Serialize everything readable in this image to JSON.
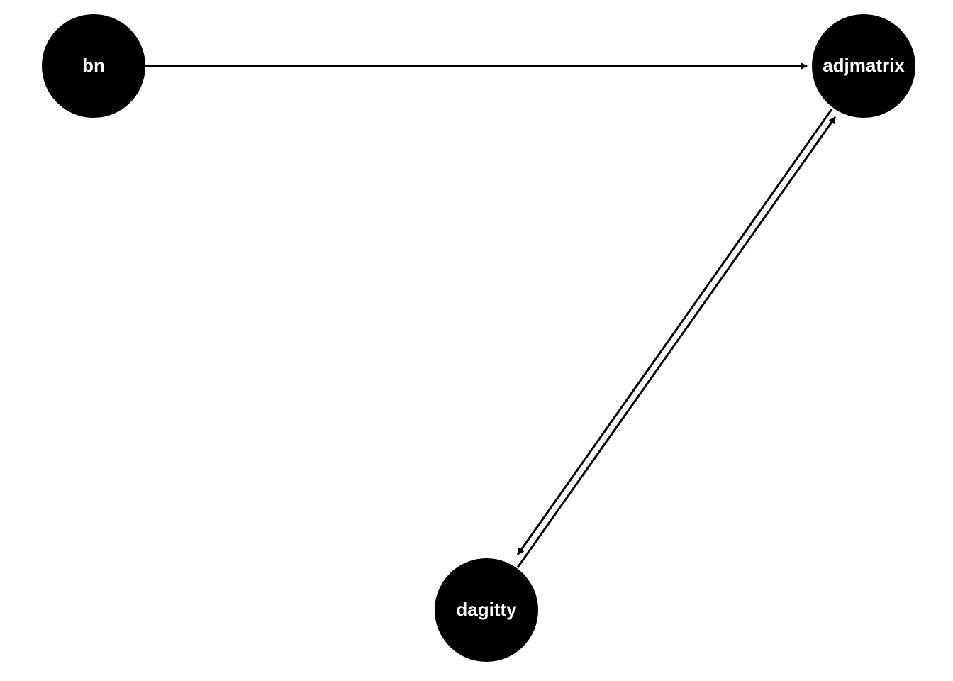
{
  "diagram": {
    "type": "directed-graph",
    "colors": {
      "background": "#ffffff",
      "node_fill": "#000000",
      "node_label": "#ffffff",
      "edge": "#000000"
    },
    "nodes": [
      {
        "id": "bn",
        "label": "bn"
      },
      {
        "id": "adjmatrix",
        "label": "adjmatrix"
      },
      {
        "id": "dagitty",
        "label": "dagitty"
      }
    ],
    "edges": [
      {
        "from": "bn",
        "to": "adjmatrix"
      },
      {
        "from": "adjmatrix",
        "to": "dagitty"
      },
      {
        "from": "dagitty",
        "to": "adjmatrix"
      }
    ]
  }
}
